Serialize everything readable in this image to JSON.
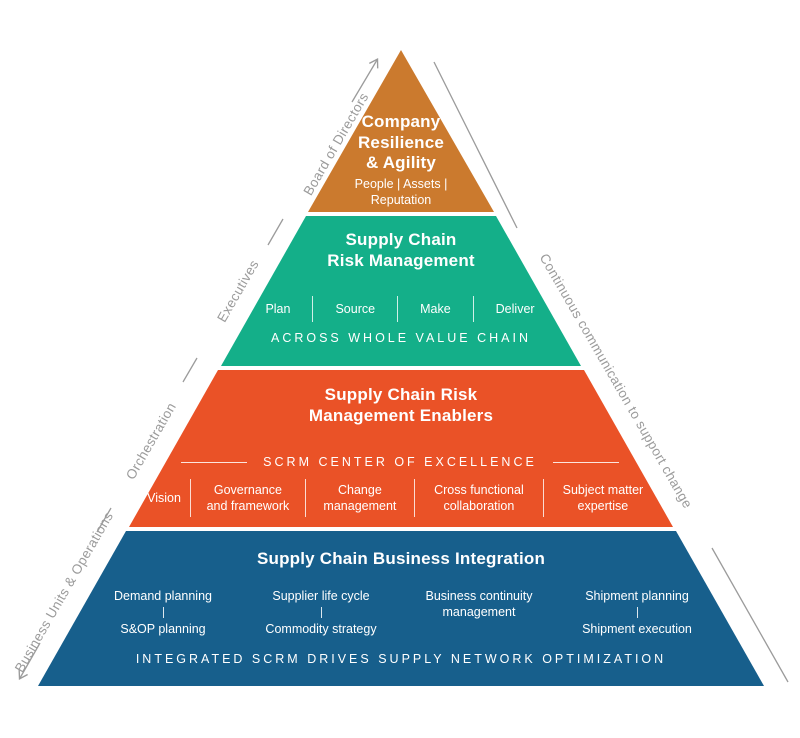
{
  "colors": {
    "level1": "#CB7A2E",
    "level2": "#14AF89",
    "level3": "#EA5227",
    "level4": "#175F8C",
    "label_gray": "#9B9B9B"
  },
  "pyramid": {
    "level1": {
      "title": "Company\nResilience\n& Agility",
      "subtitle": "People | Assets |\nReputation"
    },
    "level2": {
      "title": "Supply Chain\nRisk Management",
      "items": [
        "Plan",
        "Source",
        "Make",
        "Deliver"
      ],
      "tagline": "ACROSS WHOLE VALUE CHAIN"
    },
    "level3": {
      "title": "Supply Chain Risk\nManagement Enablers",
      "heading": "SCRM CENTER OF EXCELLENCE",
      "items": [
        "Vision",
        "Governance\nand framework",
        "Change\nmanagement",
        "Cross functional\ncollaboration",
        "Subject matter\nexpertise"
      ]
    },
    "level4": {
      "title": "Supply Chain Business Integration",
      "columns": [
        {
          "top": "Demand planning",
          "bottom": "S&OP planning"
        },
        {
          "top": "Supplier life cycle",
          "bottom": "Commodity strategy"
        },
        {
          "top": "Business continuity\nmanagement",
          "bottom": ""
        },
        {
          "top": "Shipment planning",
          "bottom": "Shipment execution"
        }
      ],
      "tagline": "INTEGRATED SCRM DRIVES SUPPLY NETWORK OPTIMIZATION"
    }
  },
  "side_labels": {
    "left": [
      "Board of Directors",
      "Executives",
      "Orchestration",
      "Business Units & Operations"
    ],
    "right": "Continuous communication to support change"
  }
}
